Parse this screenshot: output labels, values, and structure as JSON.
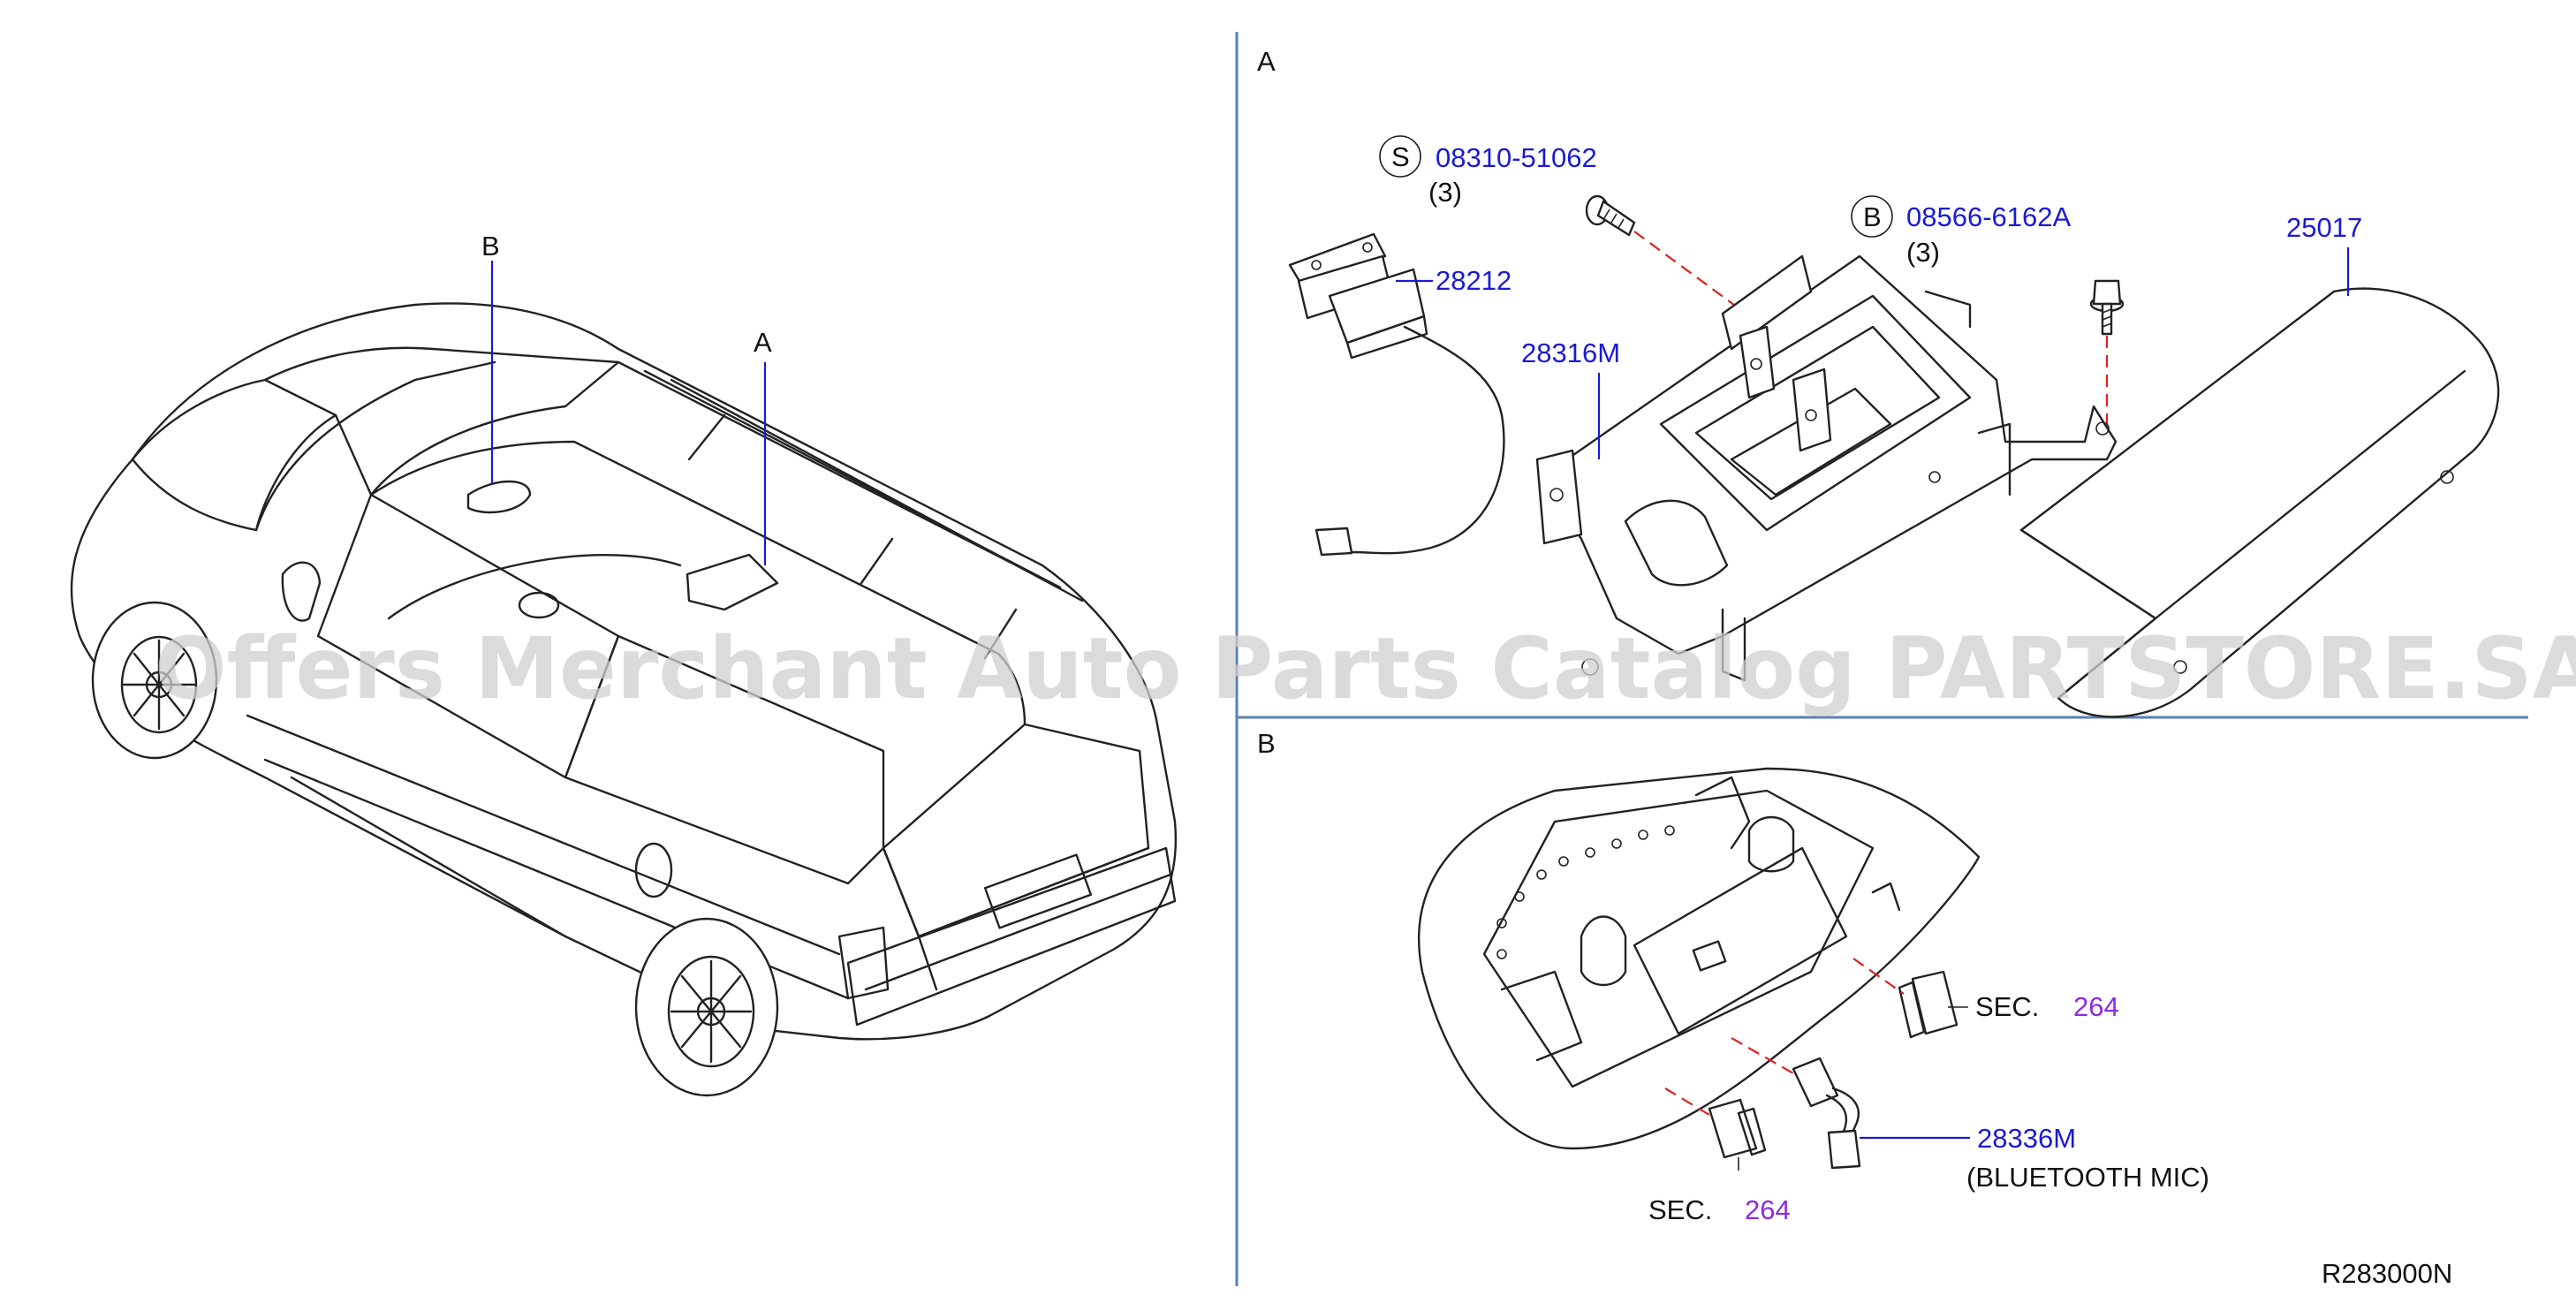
{
  "watermark": "Offers Merchant Auto Parts Catalog PARTSTORE.SA",
  "ref_code": "R283000N",
  "vehicle": {
    "label_a": "A",
    "label_b": "B"
  },
  "section_a": {
    "title": "A",
    "screw_s": {
      "symbol": "S",
      "part": "08310-51062",
      "qty": "(3)"
    },
    "bolt_b": {
      "symbol": "B",
      "part": "08566-6162A",
      "qty": "(3)"
    },
    "antenna": {
      "part": "28212"
    },
    "bracket": {
      "part": "28316M"
    },
    "module": {
      "part": "25017"
    }
  },
  "section_b": {
    "title": "B",
    "sec_top": {
      "prefix": "SEC.",
      "num": "264"
    },
    "sec_bottom": {
      "prefix": "SEC.",
      "num": "264"
    },
    "mic": {
      "part": "28336M",
      "desc": "(BLUETOOTH  MIC)"
    }
  },
  "colors": {
    "part_number": "#1a1ad6",
    "section_ref": "#8a2be2",
    "divider": "#5a7fb5",
    "leader_dash": "#e02020"
  }
}
